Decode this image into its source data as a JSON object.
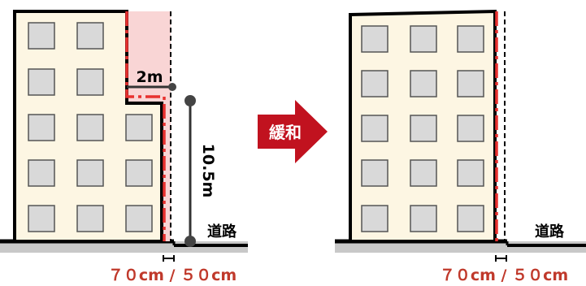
{
  "left_panel": {
    "setback_label": "2m",
    "height_label": "10.5m",
    "road_label": "道路",
    "distance_label": "７０cm / ５０cm"
  },
  "arrow": {
    "label": "緩和",
    "color": "#c1121f"
  },
  "right_panel": {
    "road_label": "道路",
    "distance_label": "７０cm / ５０cm"
  },
  "colors": {
    "building_fill": "#fdf6e3",
    "window_fill": "#d9d9d9",
    "red_line": "#e8312f",
    "shade": "#f9d5d5",
    "ground": "#c8c8c8",
    "distance_text": "#c0392b"
  }
}
